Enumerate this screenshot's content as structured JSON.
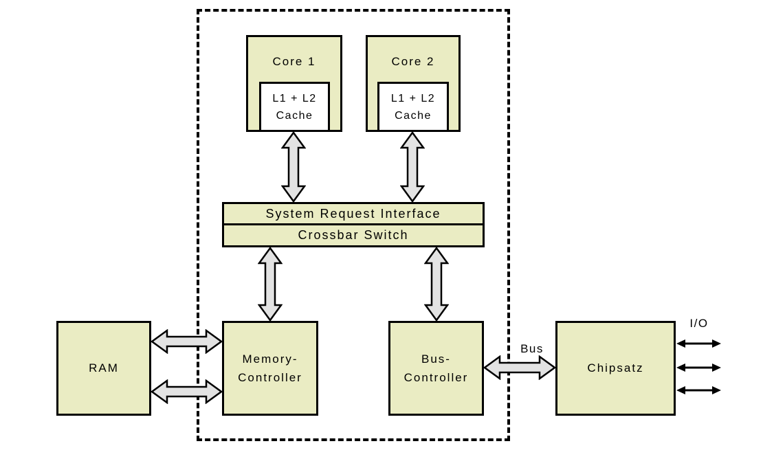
{
  "diagram": {
    "boxes": {
      "core1": {
        "label": "Core 1"
      },
      "core2": {
        "label": "Core 2"
      },
      "cache1": {
        "line1": "L1 + L2",
        "line2": "Cache"
      },
      "cache2": {
        "line1": "L1 + L2",
        "line2": "Cache"
      },
      "sri": {
        "label": "System Request Interface"
      },
      "crossbar": {
        "label": "Crossbar Switch"
      },
      "ram": {
        "label": "RAM"
      },
      "memctrl": {
        "line1": "Memory-",
        "line2": "Controller"
      },
      "busctrl": {
        "line1": "Bus-",
        "line2": "Controller"
      },
      "chipsatz": {
        "label": "Chipsatz"
      }
    },
    "labels": {
      "bus": "Bus",
      "io": "I/O"
    },
    "colors": {
      "box_fill": "#eaecc3",
      "cache_fill": "#ffffff",
      "arrow_fill": "#e3e3e3",
      "outline": "#000000",
      "die_border": "#000000"
    },
    "connectors": [
      {
        "from": "Cache (Core 1)",
        "to": "System Request Interface",
        "style": "outlined-double-arrow",
        "direction": "bidirectional"
      },
      {
        "from": "Cache (Core 2)",
        "to": "System Request Interface",
        "style": "outlined-double-arrow",
        "direction": "bidirectional"
      },
      {
        "from": "Crossbar Switch",
        "to": "Memory-Controller",
        "style": "outlined-double-arrow",
        "direction": "bidirectional"
      },
      {
        "from": "Crossbar Switch",
        "to": "Bus-Controller",
        "style": "outlined-double-arrow",
        "direction": "bidirectional"
      },
      {
        "from": "RAM",
        "to": "Memory-Controller",
        "style": "outlined-double-arrow",
        "direction": "bidirectional",
        "count": 2
      },
      {
        "from": "Bus-Controller",
        "to": "Chipsatz",
        "style": "outlined-double-arrow",
        "direction": "bidirectional",
        "label": "Bus"
      },
      {
        "from": "Chipsatz",
        "to": "I/O",
        "style": "thin-double-arrow",
        "direction": "bidirectional",
        "count": 3
      }
    ]
  }
}
